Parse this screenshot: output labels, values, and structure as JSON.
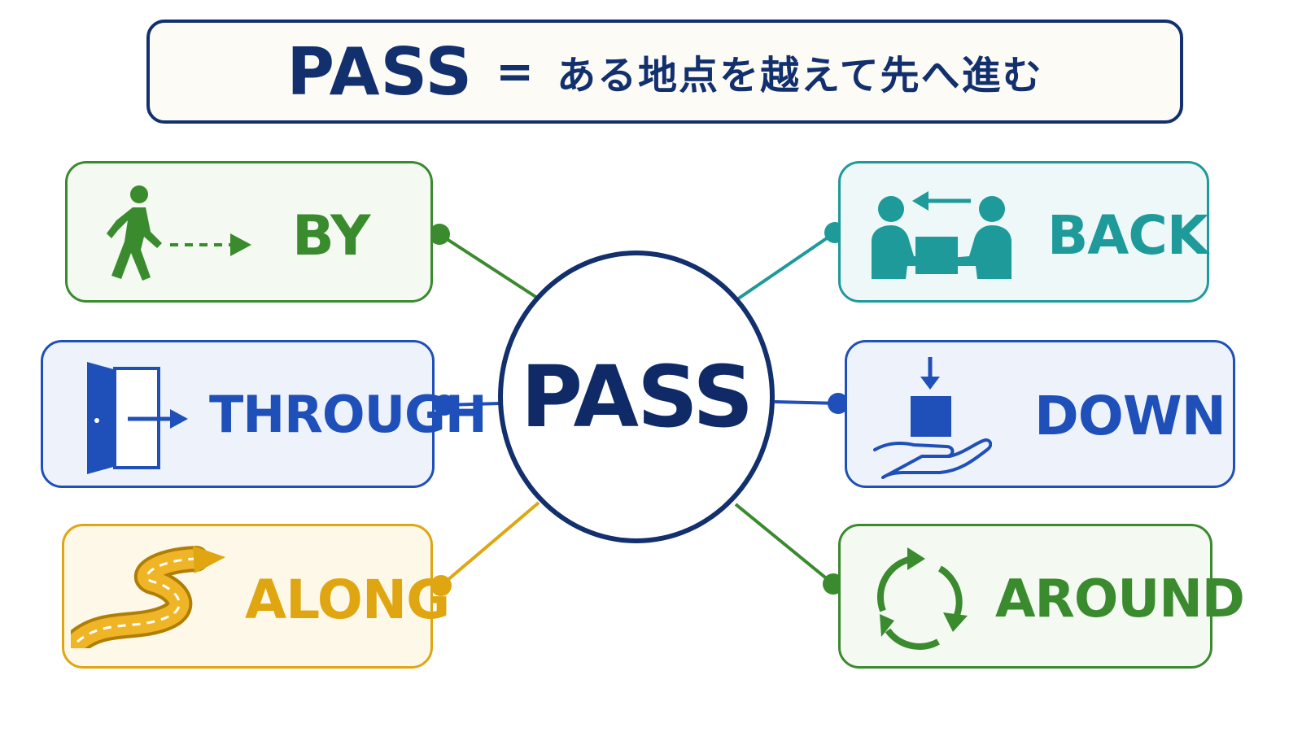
{
  "title": {
    "word": "PASS",
    "equals": "=",
    "meaning": "ある地点を越えて先へ進む"
  },
  "hub": {
    "label": "PASS"
  },
  "cards": {
    "by": {
      "label": "BY",
      "icon": "walking-person-arrow-icon",
      "color": "#3a8a2e"
    },
    "through": {
      "label": "THROUGH",
      "icon": "door-arrow-icon",
      "color": "#1f4fb8"
    },
    "along": {
      "label": "ALONG",
      "icon": "winding-road-icon",
      "color": "#e0a612"
    },
    "back": {
      "label": "BACK",
      "icon": "people-handing-box-icon",
      "color": "#1e9a9a"
    },
    "down": {
      "label": "DOWN",
      "icon": "box-into-hand-icon",
      "color": "#1f4fb8"
    },
    "around": {
      "label": "AROUND",
      "icon": "cycle-arrows-icon",
      "color": "#3a8a2e"
    }
  },
  "colors": {
    "navy": "#12306e",
    "green": "#3a8a2e",
    "blue": "#1f4fb8",
    "gold": "#e0a612",
    "teal": "#1e9a9a"
  }
}
